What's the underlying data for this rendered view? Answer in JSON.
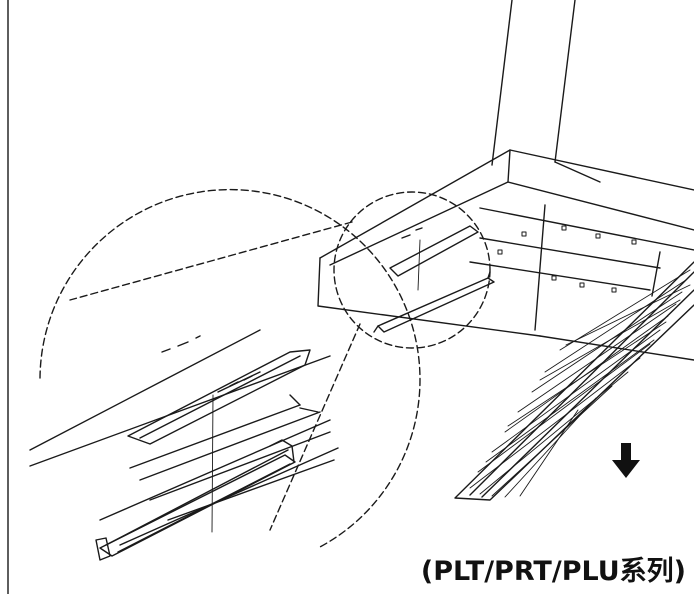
{
  "diagram": {
    "caption": "(PLT/PRT/PLU系列)",
    "line_color": "#1a1a1a",
    "arrow_direction": "down",
    "arrow_icon": "arrow-down-icon",
    "callout_style": "dashed-circle-magnifier"
  }
}
